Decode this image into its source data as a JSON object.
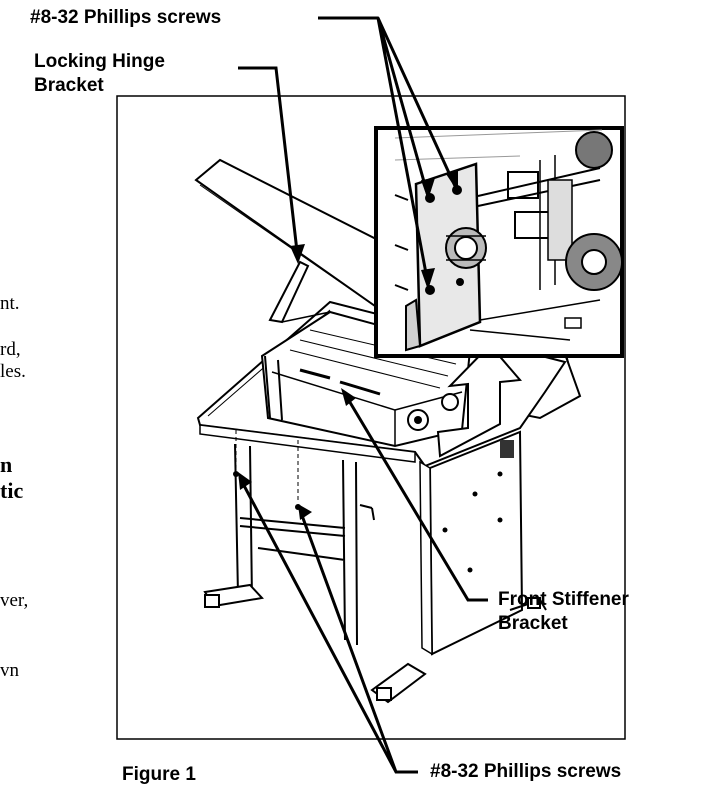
{
  "callouts": {
    "top_screws": "#8-32 Phillips screws",
    "locking_hinge_line1": "Locking Hinge",
    "locking_hinge_line2": "Bracket",
    "front_stiffener_line1": "Front Stiffener",
    "front_stiffener_line2": "Bracket",
    "bottom_screws": "#8-32 Phillips screws"
  },
  "figure_caption": "Figure 1",
  "text_fragments": [
    "nt.",
    "rd,",
    "les.",
    "n",
    "tic",
    "ver,",
    "vn"
  ],
  "colors": {
    "ink": "#000000",
    "paper": "#ffffff",
    "shade": "#d9d9d9"
  }
}
